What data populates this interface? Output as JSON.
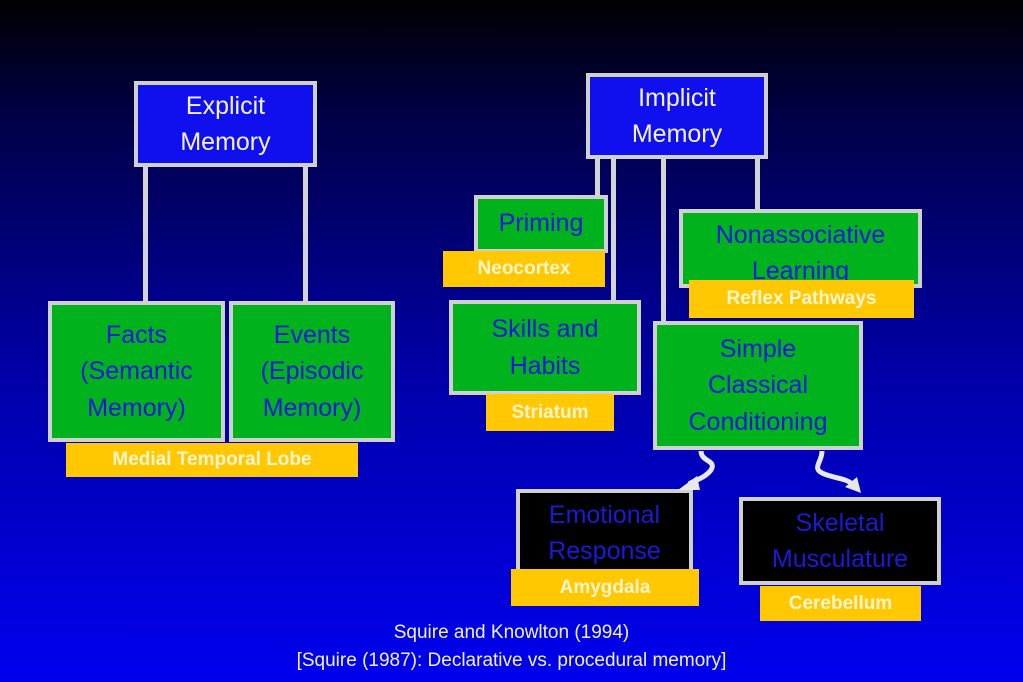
{
  "explicit": "Explicit\nMemory",
  "implicit": "Implicit\nMemory",
  "facts": "Facts\n(Semantic\nMemory)",
  "events": "Events\n(Episodic\nMemory)",
  "mtl": "Medial Temporal Lobe",
  "priming": "Priming",
  "neocortex": "Neocortex",
  "nonassoc": "Nonassociative\nLearning",
  "reflex": "Reflex Pathways",
  "skills": "Skills and\nHabits",
  "striatum": "Striatum",
  "classical": "Simple\nClassical\nConditioning",
  "emotional": "Emotional\nResponse",
  "amygdala": "Amygdala",
  "skeletal": "Skeletal\nMusculature",
  "cerebellum": "Cerebellum",
  "caption": {
    "line1": "Squire and Knowlton (1994)",
    "line2": "[Squire (1987): Declarative vs. procedural memory]"
  },
  "colors": {
    "blue_box": "#1010ee",
    "green_box": "#00b31c",
    "tag": "#ffc800",
    "border": "#d0d0d0"
  }
}
